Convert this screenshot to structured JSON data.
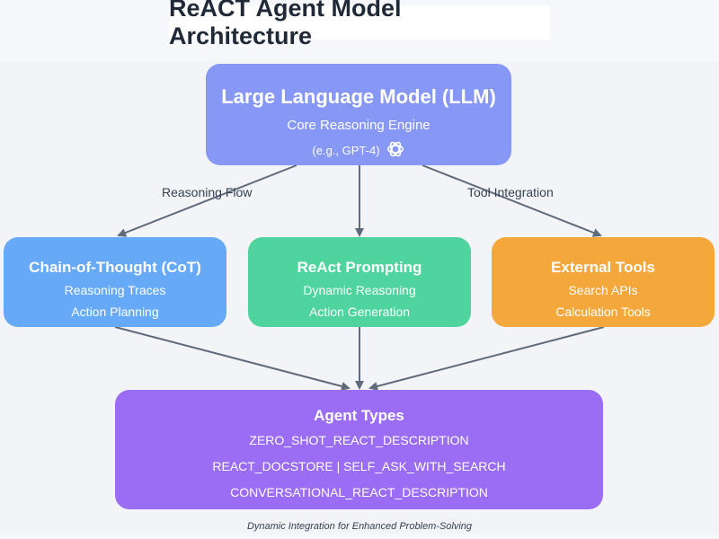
{
  "title": "ReACT Agent Model Architecture",
  "llm": {
    "title": "Large Language Model (LLM)",
    "subtitle": "Core Reasoning Engine",
    "example": "(e.g., GPT-4)",
    "icon": "openai-logo-icon"
  },
  "edges": {
    "left_label": "Reasoning Flow",
    "right_label": "Tool Integration"
  },
  "cot": {
    "title": "Chain-of-Thought (CoT)",
    "lines": [
      "Reasoning Traces",
      "Action Planning"
    ]
  },
  "react": {
    "title": "ReAct Prompting",
    "lines": [
      "Dynamic Reasoning",
      "Action Generation"
    ]
  },
  "tools": {
    "title": "External Tools",
    "lines": [
      "Search APIs",
      "Calculation Tools"
    ]
  },
  "agents": {
    "title": "Agent Types",
    "lines": [
      "ZERO_SHOT_REACT_DESCRIPTION",
      "REACT_DOCSTORE | SELF_ASK_WITH_SEARCH",
      "CONVERSATIONAL_REACT_DESCRIPTION"
    ]
  },
  "footer": "Dynamic Integration for Enhanced Problem-Solving",
  "colors": {
    "llm": "#8797f5",
    "cot": "#66aaf7",
    "react": "#4fd49e",
    "tools": "#f4a73a",
    "agents": "#9b6df4",
    "arrow": "#5f6b7a"
  }
}
